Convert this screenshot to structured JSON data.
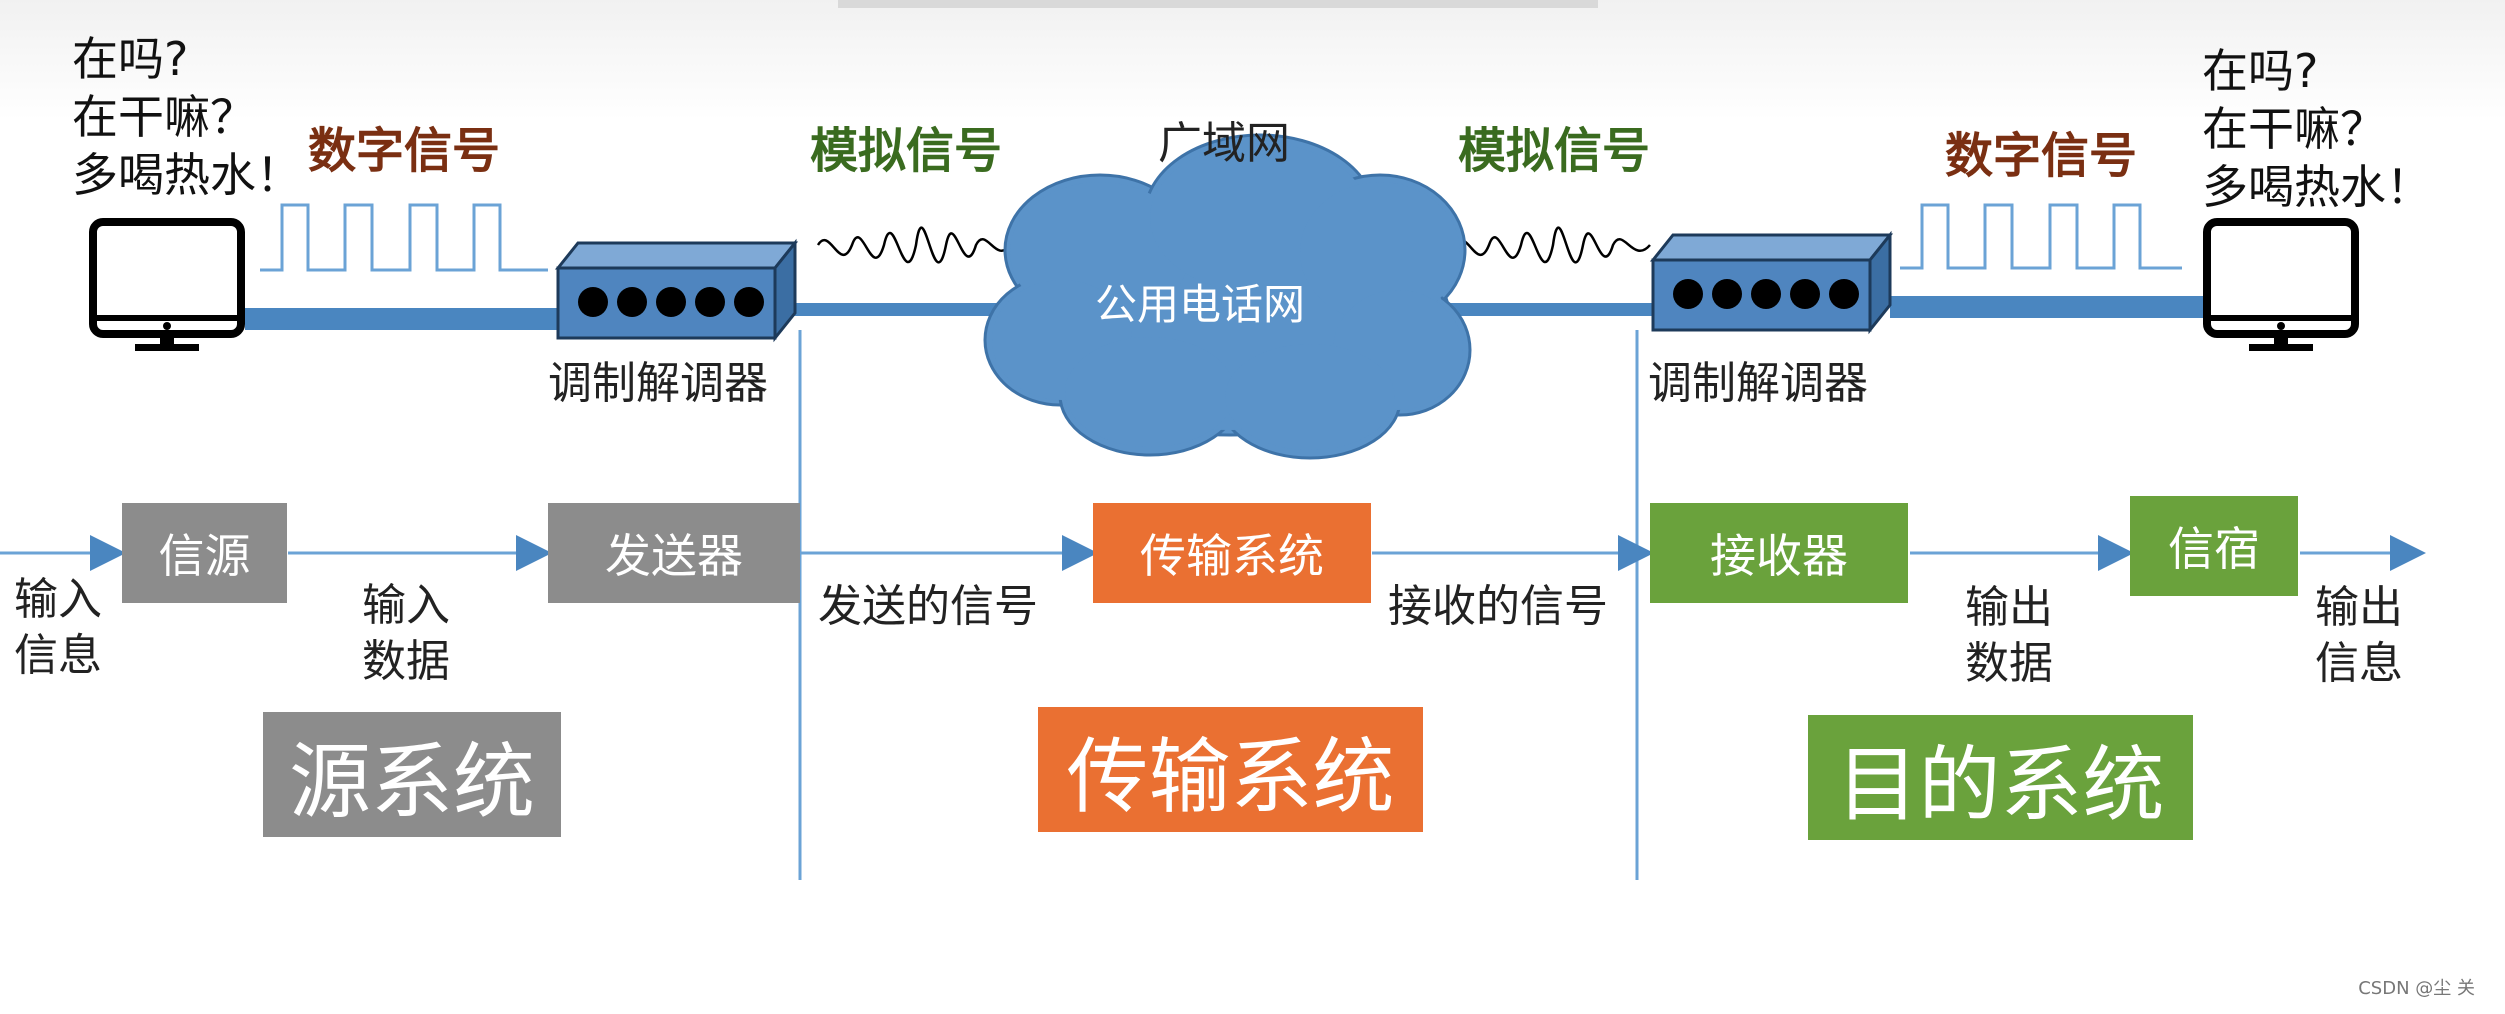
{
  "left_chat": [
    "在吗?",
    "在干嘛？",
    "多喝热水！"
  ],
  "right_chat": [
    "在吗?",
    "在干嘛？",
    "多喝热水！"
  ],
  "digital_signal_left": "数字信号",
  "digital_signal_right": "数字信号",
  "analog_signal_left": "模拟信号",
  "analog_signal_right": "模拟信号",
  "wan_label": "广域网",
  "cloud_label": "公用电话网",
  "modem_left_label": "调制解调器",
  "modem_right_label": "调制解调器",
  "flow": {
    "input_info": "输入\n信息",
    "source": "信源",
    "input_data": "输入\n数据",
    "transmitter": "发送器",
    "sent_signal": "发送的信号",
    "transmission": "传输系统",
    "received_signal": "接收的信号",
    "receiver": "接收器",
    "output_data": "输出\n数据",
    "destination": "信宿",
    "output_info": "输出\n信息"
  },
  "systems": {
    "source_system": "源系统",
    "transmission_system": "传输系统",
    "destination_system": "目的系统"
  },
  "credit": "CSDN @尘  关",
  "colors": {
    "line_blue": "#4a86c0",
    "gray_box": "#8c8c8c",
    "orange_box": "#ea7032",
    "green_box": "#6aa23c",
    "digital_label": "#7a2f12",
    "analog_label": "#3a6b1f"
  }
}
